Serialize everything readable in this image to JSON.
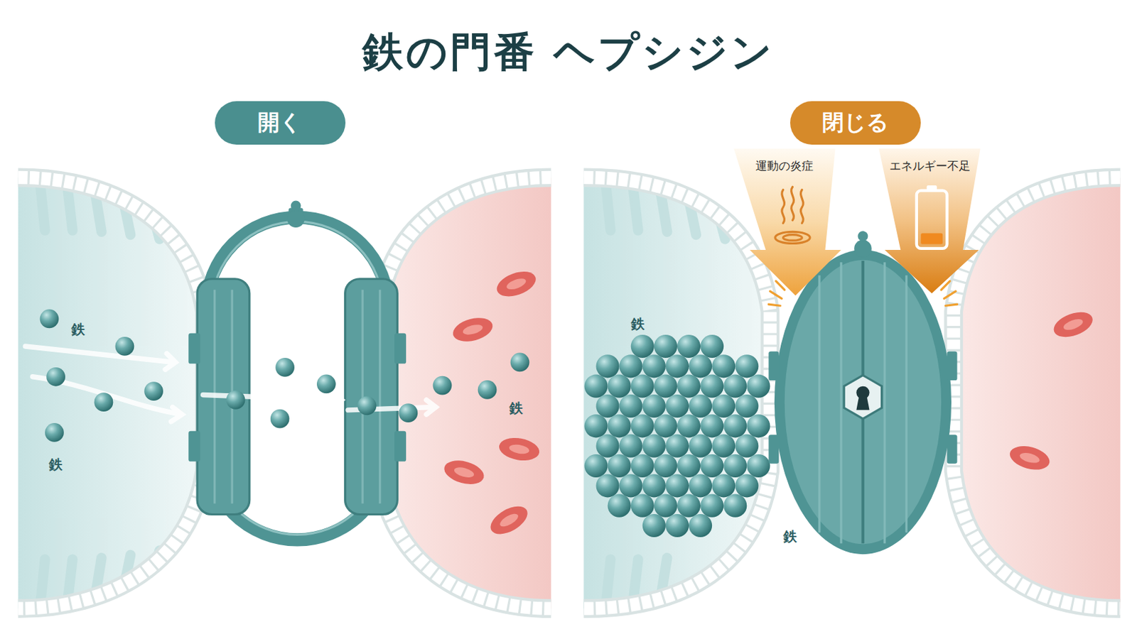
{
  "diagram": {
    "title": "鉄の門番 ヘプシジン",
    "nodes": [
      {
        "text": [
          "開く"
        ]
      },
      {
        "text": [
          "閉じる"
        ]
      },
      {
        "text": [
          "運動の炎症"
        ]
      },
      {
        "text": [
          "エネルギー不足"
        ]
      }
    ],
    "labels": [
      "鉄",
      "鉄",
      "鉄",
      "鉄",
      "鉄"
    ]
  }
}
